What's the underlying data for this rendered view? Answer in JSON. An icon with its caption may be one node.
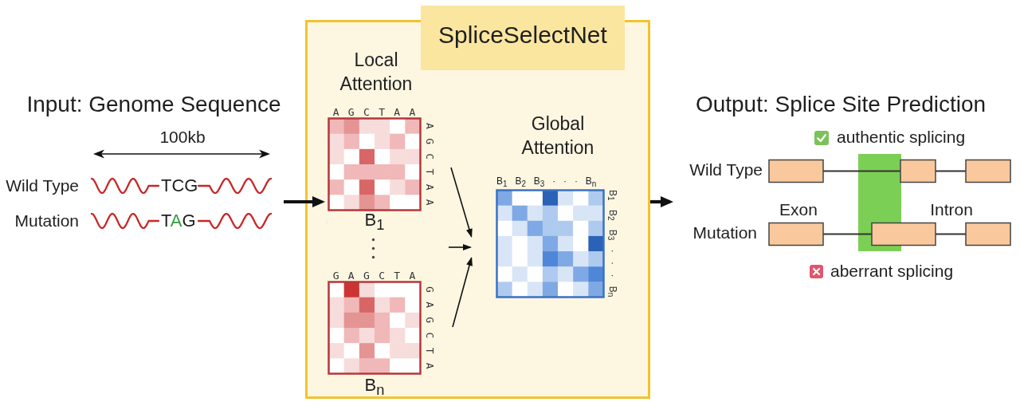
{
  "diagram": {
    "nodes": [
      {
        "text": [
          "Input: Genome Sequence"
        ]
      },
      {
        "text": [
          "SpliceSelectNet"
        ]
      },
      {
        "text": [
          "Local Attention",
          "A G C T A A",
          "A G C T A A",
          "B$_{1}$"
        ],
        "in": 1
      },
      {
        "text": [
          "G A G C T A",
          "G A G C T A",
          "B$_{n}$"
        ],
        "in": 1
      },
      {
        "text": [
          "Global Attention",
          "B$_{1}$ B$_{2}$ B$_{3}$ · · · B$_{n}$",
          "B$_{1}$ B$_{2}$ B$_{3}$ · · · B$_{n}$"
        ],
        "in": 1
      },
      {
        "text": [
          "Output: Splice Site Prediction"
        ]
      }
    ],
    "edges": [
      {
        "from": 0,
        "to": 2,
        "arrow": "to",
        "style": "thick"
      },
      {
        "from": 2,
        "to": 4,
        "arrow": "to"
      },
      {
        "from": null,
        "to": 4,
        "arrow": "to"
      },
      {
        "from": 3,
        "to": 4,
        "arrow": "to"
      },
      {
        "from": 1,
        "to": 5,
        "arrow": "to",
        "style": "thick"
      }
    ],
    "labels": [
      "100kb",
      "Wild Type",
      "TCG",
      "Mutation",
      "TAG",
      "authentic splicing",
      "Wild Type",
      "Exon",
      "Intron",
      "Mutation",
      "aberrant splicing"
    ]
  }
}
